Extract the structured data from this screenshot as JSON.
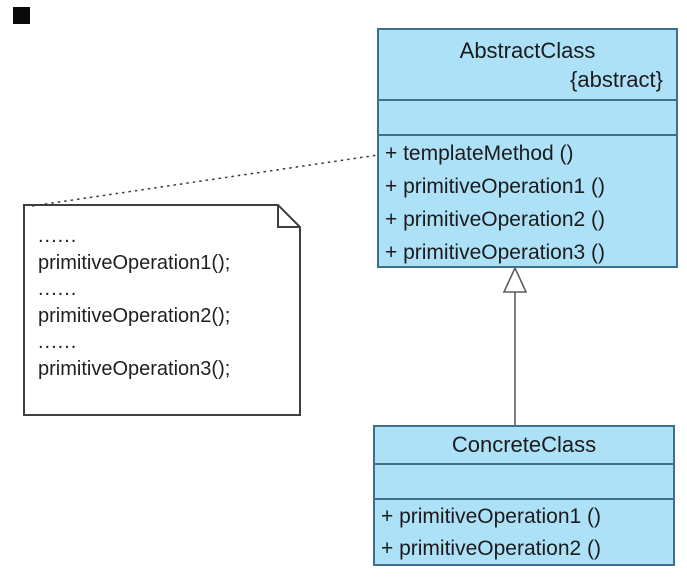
{
  "diagram": {
    "abstract_class": {
      "name": "AbstractClass",
      "stereotype": "{abstract}",
      "operations": [
        "+ templateMethod ()",
        "+ primitiveOperation1 ()",
        "+ primitiveOperation2 ()",
        "+ primitiveOperation3 ()"
      ]
    },
    "concrete_class": {
      "name": "ConcreteClass",
      "operations": [
        "+ primitiveOperation1 ()",
        "+ primitiveOperation2 ()"
      ]
    },
    "note": {
      "lines": [
        "......",
        "primitiveOperation1();",
        "......",
        "primitiveOperation2();",
        "......",
        "primitiveOperation3();"
      ]
    }
  },
  "colors": {
    "class_fill": "#ade1f8",
    "class_border": "#41708f",
    "note_border": "#3f3f3f",
    "connector": "#5f5f5f",
    "note_link": "#3a3a3a",
    "red_mark": "#cf1d1d"
  }
}
